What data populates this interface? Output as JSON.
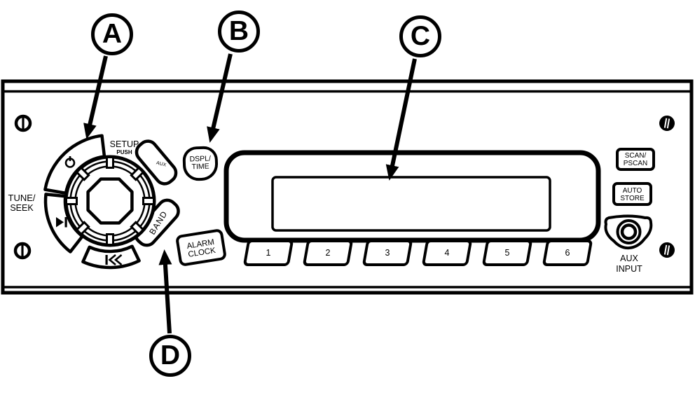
{
  "meta": {
    "ink": "#000000",
    "paper": "#ffffff",
    "figure_type": "car-stereo-faceplate-callout-diagram"
  },
  "callouts": {
    "a": "A",
    "b": "B",
    "c": "C",
    "d": "D"
  },
  "labels": {
    "tune_seek": {
      "line1": "TUNE/",
      "line2": "SEEK"
    },
    "setup": {
      "line1": "SETUP",
      "line2": "PUSH"
    },
    "aux_input": {
      "line1": "AUX",
      "line2": "INPUT"
    }
  },
  "buttons": {
    "power": {
      "icon": "power-icon"
    },
    "seek_forward": {
      "icon": "seek-forward-icon"
    },
    "skip_back": {
      "icon": "skip-back-icon"
    },
    "aux_petal": {
      "label": "AUX"
    },
    "band": {
      "label": "BAND"
    },
    "dspl_time": {
      "line1": "DSPL/",
      "line2": "TIME"
    },
    "alarm_clock": {
      "line1": "ALARM",
      "line2": "CLOCK"
    },
    "scan_pscan": {
      "line1": "SCAN/",
      "line2": "PSCAN"
    },
    "auto_store": {
      "line1": "AUTO",
      "line2": "STORE"
    },
    "presets": [
      "1",
      "2",
      "3",
      "4",
      "5",
      "6"
    ]
  }
}
